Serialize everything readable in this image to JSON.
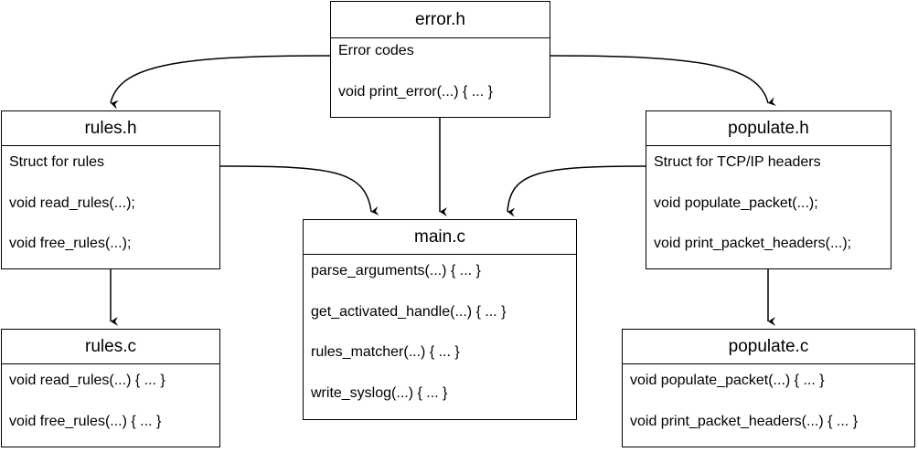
{
  "boxes": {
    "error_h": {
      "title": "error.h",
      "items": [
        "Error codes",
        "void print_error(...) { ... }"
      ]
    },
    "rules_h": {
      "title": "rules.h",
      "items": [
        "Struct for rules",
        "void read_rules(...);",
        "void free_rules(...);"
      ]
    },
    "populate_h": {
      "title": "populate.h",
      "items": [
        "Struct for TCP/IP headers",
        "void populate_packet(...);",
        "void print_packet_headers(...);"
      ]
    },
    "main_c": {
      "title": "main.c",
      "items": [
        "parse_arguments(...) { ... }",
        "get_activated_handle(...) { ... }",
        "rules_matcher(...) { ... }",
        "write_syslog(...) { ... }"
      ]
    },
    "rules_c": {
      "title": "rules.c",
      "items": [
        "void read_rules(...) { ... }",
        "void free_rules(...) { ... }"
      ]
    },
    "populate_c": {
      "title": "populate.c",
      "items": [
        "void populate_packet(...) { ... }",
        "void print_packet_headers(...) { ... }"
      ]
    }
  },
  "colors": {
    "stroke": "#000000",
    "background": "#ffffff"
  }
}
